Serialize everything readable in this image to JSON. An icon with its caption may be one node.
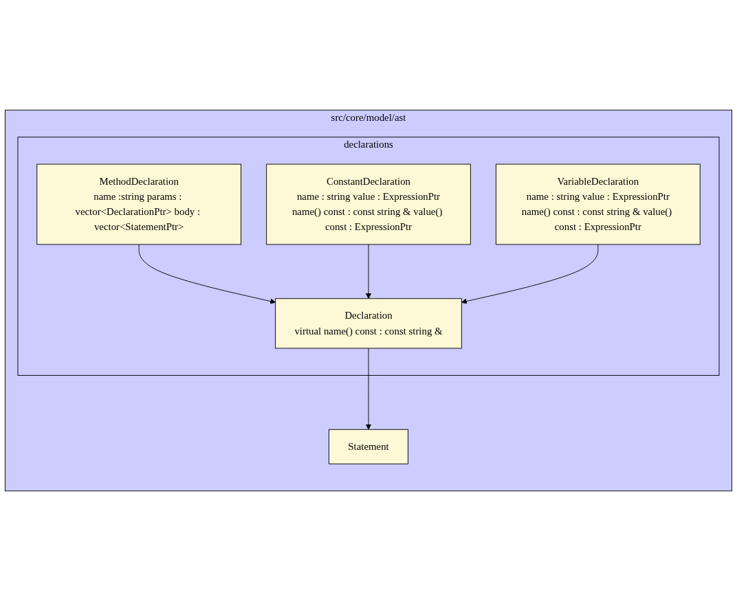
{
  "diagram": {
    "nodes": [
      {
        "text": [
          "src/core/model/ast"
        ]
      },
      {
        "text": [
          "Statement"
        ],
        "in": 0
      },
      {
        "text": [
          "declarations"
        ],
        "in": 0
      },
      {
        "text": [
          "Declaration",
          "virtual name() const : const string &"
        ],
        "in": 2
      },
      {
        "text": [
          "MethodDeclaration",
          "name :string params : vector<DeclarationPtr> body : vector<StatementPtr>"
        ],
        "in": 2
      },
      {
        "text": [
          "ConstantDeclaration",
          "name : string value : ExpressionPtr",
          "name() const : const string & value() const : ExpressionPtr"
        ],
        "in": 2
      },
      {
        "text": [
          "VariableDeclaration",
          "name : string value : ExpressionPtr",
          "name() const : const string & value() const : ExpressionPtr"
        ],
        "in": 2
      }
    ],
    "edges": [
      {
        "from": 3,
        "to": 1,
        "arrow": "to"
      },
      {
        "from": 4,
        "to": 3,
        "arrow": "to"
      },
      {
        "from": 5,
        "to": 3,
        "arrow": "to"
      },
      {
        "from": 6,
        "to": 3,
        "arrow": "to"
      }
    ]
  }
}
